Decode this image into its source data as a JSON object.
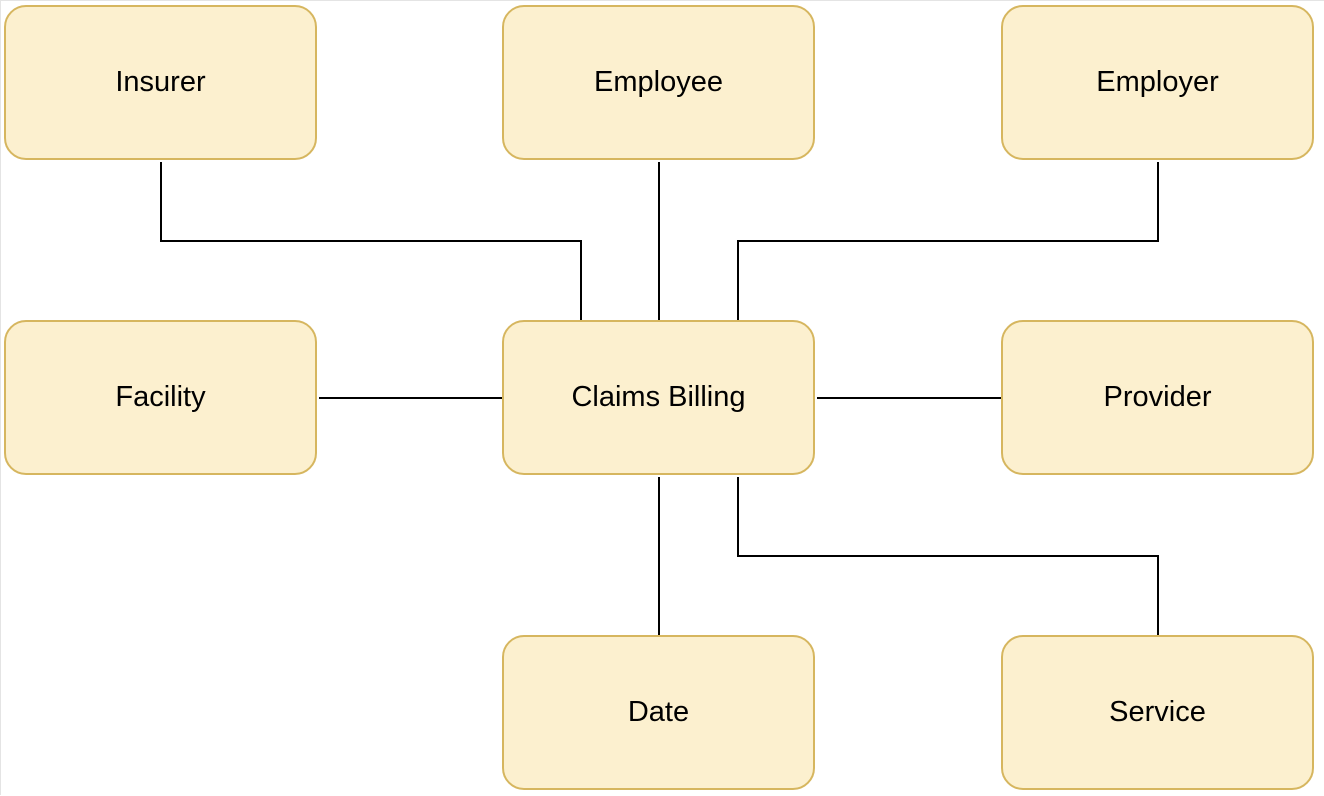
{
  "diagram": {
    "center": "Claims Billing",
    "nodes": {
      "insurer": "Insurer",
      "employee": "Employee",
      "employer": "Employer",
      "facility": "Facility",
      "claims_billing": "Claims Billing",
      "provider": "Provider",
      "date": "Date",
      "service": "Service"
    },
    "edges": [
      [
        "Insurer",
        "Claims Billing"
      ],
      [
        "Employee",
        "Claims Billing"
      ],
      [
        "Employer",
        "Claims Billing"
      ],
      [
        "Facility",
        "Claims Billing"
      ],
      [
        "Provider",
        "Claims Billing"
      ],
      [
        "Date",
        "Claims Billing"
      ],
      [
        "Service",
        "Claims Billing"
      ]
    ],
    "colors": {
      "node_fill": "#fcf0cf",
      "node_border": "#d6b65f",
      "connector": "#000000"
    }
  }
}
